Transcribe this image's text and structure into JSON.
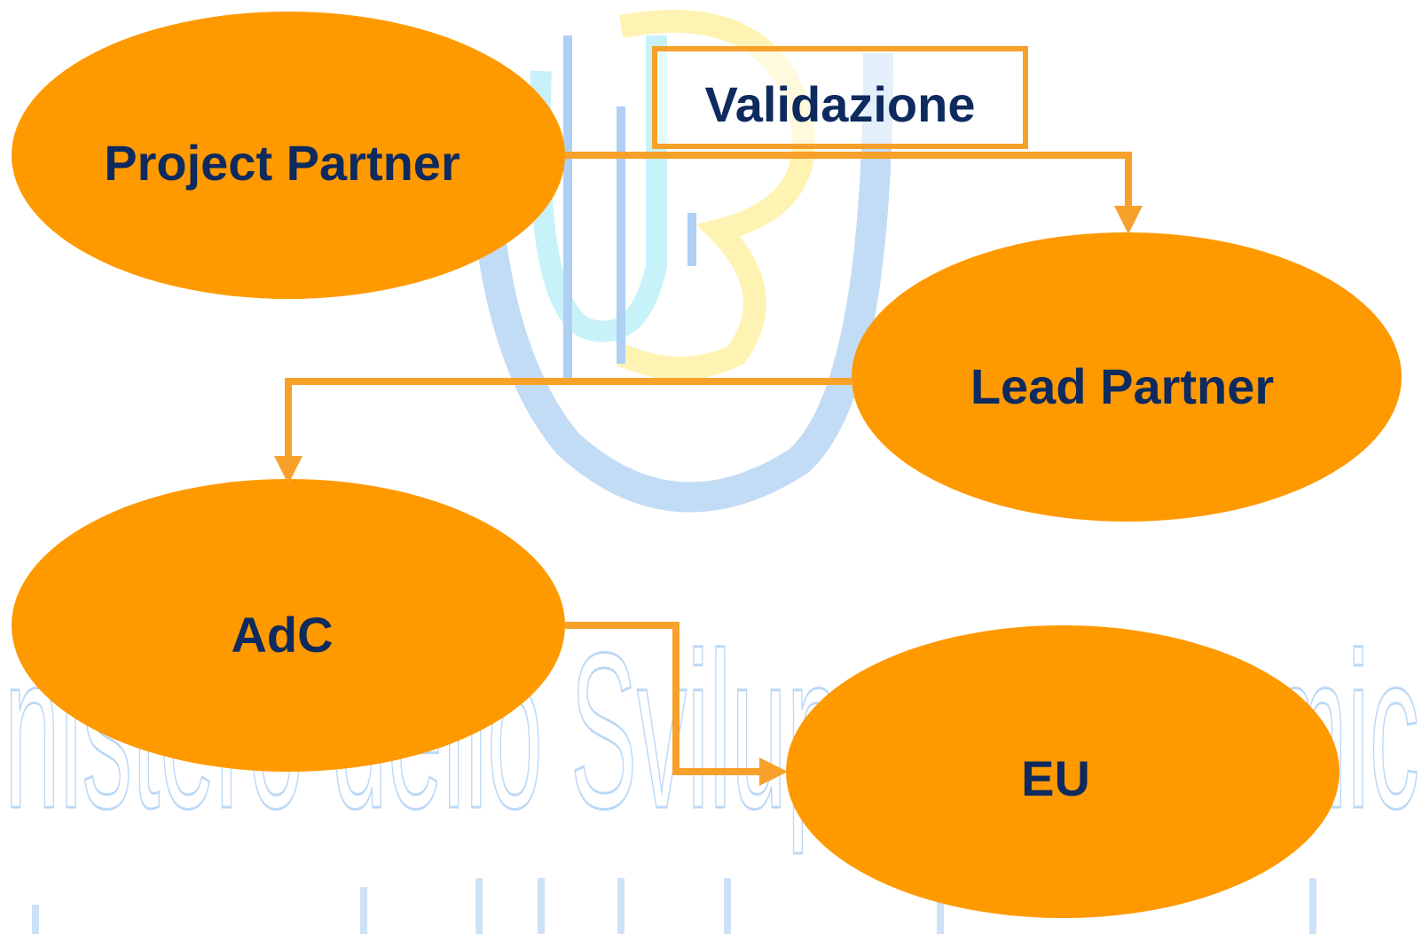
{
  "diagram": {
    "nodes": {
      "project_partner": "Project Partner",
      "lead_partner": "Lead Partner",
      "adc": "AdC",
      "eu": "EU"
    },
    "edge_label": "Validazione",
    "edges": [
      {
        "from": "Project Partner",
        "to": "Lead Partner"
      },
      {
        "from": "Lead Partner",
        "to": "AdC"
      },
      {
        "from": "AdC",
        "to": "EU"
      }
    ]
  },
  "watermark": {
    "line1": "inistero dello Sviluppo Economic"
  },
  "colors": {
    "node_fill": "#ff9900",
    "arrow": "#f7a12a",
    "text": "#0e2a5e",
    "watermark_blue": "#9fc8f2",
    "watermark_yellow": "#fff2a8",
    "watermark_cyan": "#bff0f8"
  }
}
